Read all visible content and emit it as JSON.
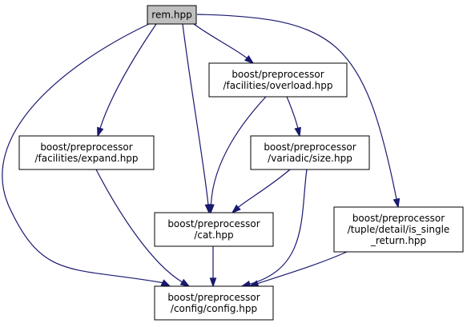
{
  "graph": {
    "edge_color": "#191970",
    "root_fill": "#bfbfbf",
    "node_fill": "#ffffff",
    "nodes": [
      {
        "id": "rem",
        "lines": [
          "rem.hpp"
        ],
        "root": true
      },
      {
        "id": "overload",
        "lines": [
          "boost/preprocessor",
          "/facilities/overload.hpp"
        ]
      },
      {
        "id": "expand",
        "lines": [
          "boost/preprocessor",
          "/facilities/expand.hpp"
        ]
      },
      {
        "id": "size",
        "lines": [
          "boost/preprocessor",
          "/variadic/size.hpp"
        ]
      },
      {
        "id": "cat",
        "lines": [
          "boost/preprocessor",
          "/cat.hpp"
        ]
      },
      {
        "id": "single",
        "lines": [
          "boost/preprocessor",
          "/tuple/detail/is_single",
          "_return.hpp"
        ]
      },
      {
        "id": "config",
        "lines": [
          "boost/preprocessor",
          "/config/config.hpp"
        ]
      }
    ],
    "edges": [
      {
        "from": "rem",
        "to": "overload"
      },
      {
        "from": "rem",
        "to": "expand"
      },
      {
        "from": "rem",
        "to": "cat"
      },
      {
        "from": "rem",
        "to": "config"
      },
      {
        "from": "rem",
        "to": "single"
      },
      {
        "from": "overload",
        "to": "cat"
      },
      {
        "from": "overload",
        "to": "size"
      },
      {
        "from": "expand",
        "to": "config"
      },
      {
        "from": "size",
        "to": "cat"
      },
      {
        "from": "size",
        "to": "config"
      },
      {
        "from": "cat",
        "to": "config"
      },
      {
        "from": "single",
        "to": "config"
      }
    ]
  }
}
